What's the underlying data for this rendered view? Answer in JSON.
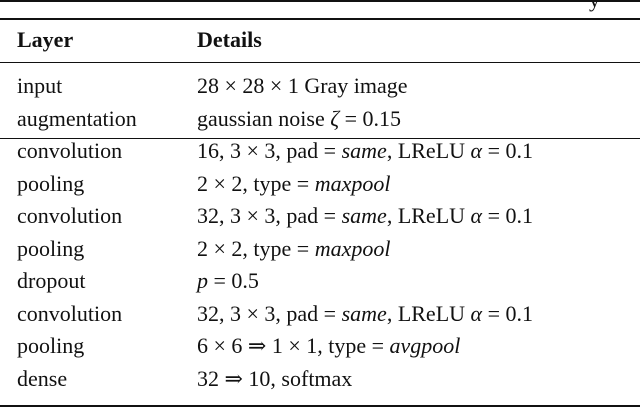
{
  "caption_tail": "y",
  "header": {
    "layer": "Layer",
    "details": "Details"
  },
  "rows": [
    {
      "layer": "input",
      "details": "28 × 28 × 1 Gray image"
    },
    {
      "layer": "augmentation",
      "details": "gaussian noise ζ = 0.15"
    },
    {
      "layer": "convolution",
      "details": "16, 3 × 3, pad = same, LReLU α = 0.1"
    },
    {
      "layer": "pooling",
      "details": "2 × 2, type = maxpool"
    },
    {
      "layer": "convolution",
      "details": "32, 3 × 3, pad = same, LReLU α = 0.1"
    },
    {
      "layer": "pooling",
      "details": "2 × 2, type = maxpool"
    },
    {
      "layer": "dropout",
      "details": "p = 0.5"
    },
    {
      "layer": "convolution",
      "details": "32, 3 × 3, pad = same, LReLU α = 0.1"
    },
    {
      "layer": "pooling",
      "details": "6 × 6 ⇒ 1 × 1, type = avgpool"
    },
    {
      "layer": "dense",
      "details": "32 ⇒ 10, softmax"
    }
  ]
}
